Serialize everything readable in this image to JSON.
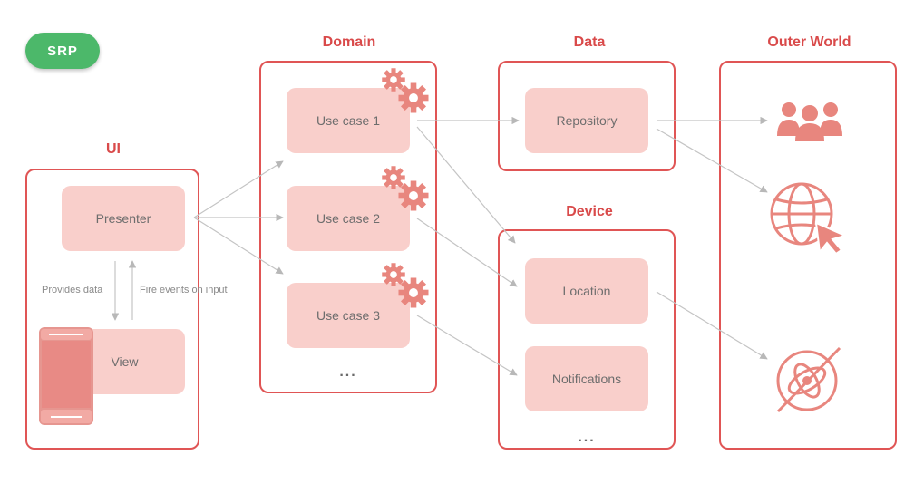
{
  "badge": {
    "label": "SRP"
  },
  "sections": {
    "ui": {
      "title": "UI",
      "presenter": "Presenter",
      "view": "View",
      "provides": "Provides data",
      "fire": "Fire events on input"
    },
    "domain": {
      "title": "Domain",
      "use_cases": [
        "Use case 1",
        "Use case 2",
        "Use case 3"
      ],
      "more": "..."
    },
    "data": {
      "title": "Data",
      "repository": "Repository"
    },
    "device": {
      "title": "Device",
      "location": "Location",
      "notifications": "Notifications",
      "more": "..."
    },
    "outer": {
      "title": "Outer World"
    }
  },
  "icons": [
    "gear-icon",
    "users-icon",
    "globe-cursor-icon",
    "satellite-icon",
    "phone-icon"
  ],
  "colors": {
    "accent": "#e05555",
    "box": "#f9cfcb",
    "badge": "#4cb86a",
    "arrow": "#bdbdbd",
    "icon": "#e8867e"
  }
}
